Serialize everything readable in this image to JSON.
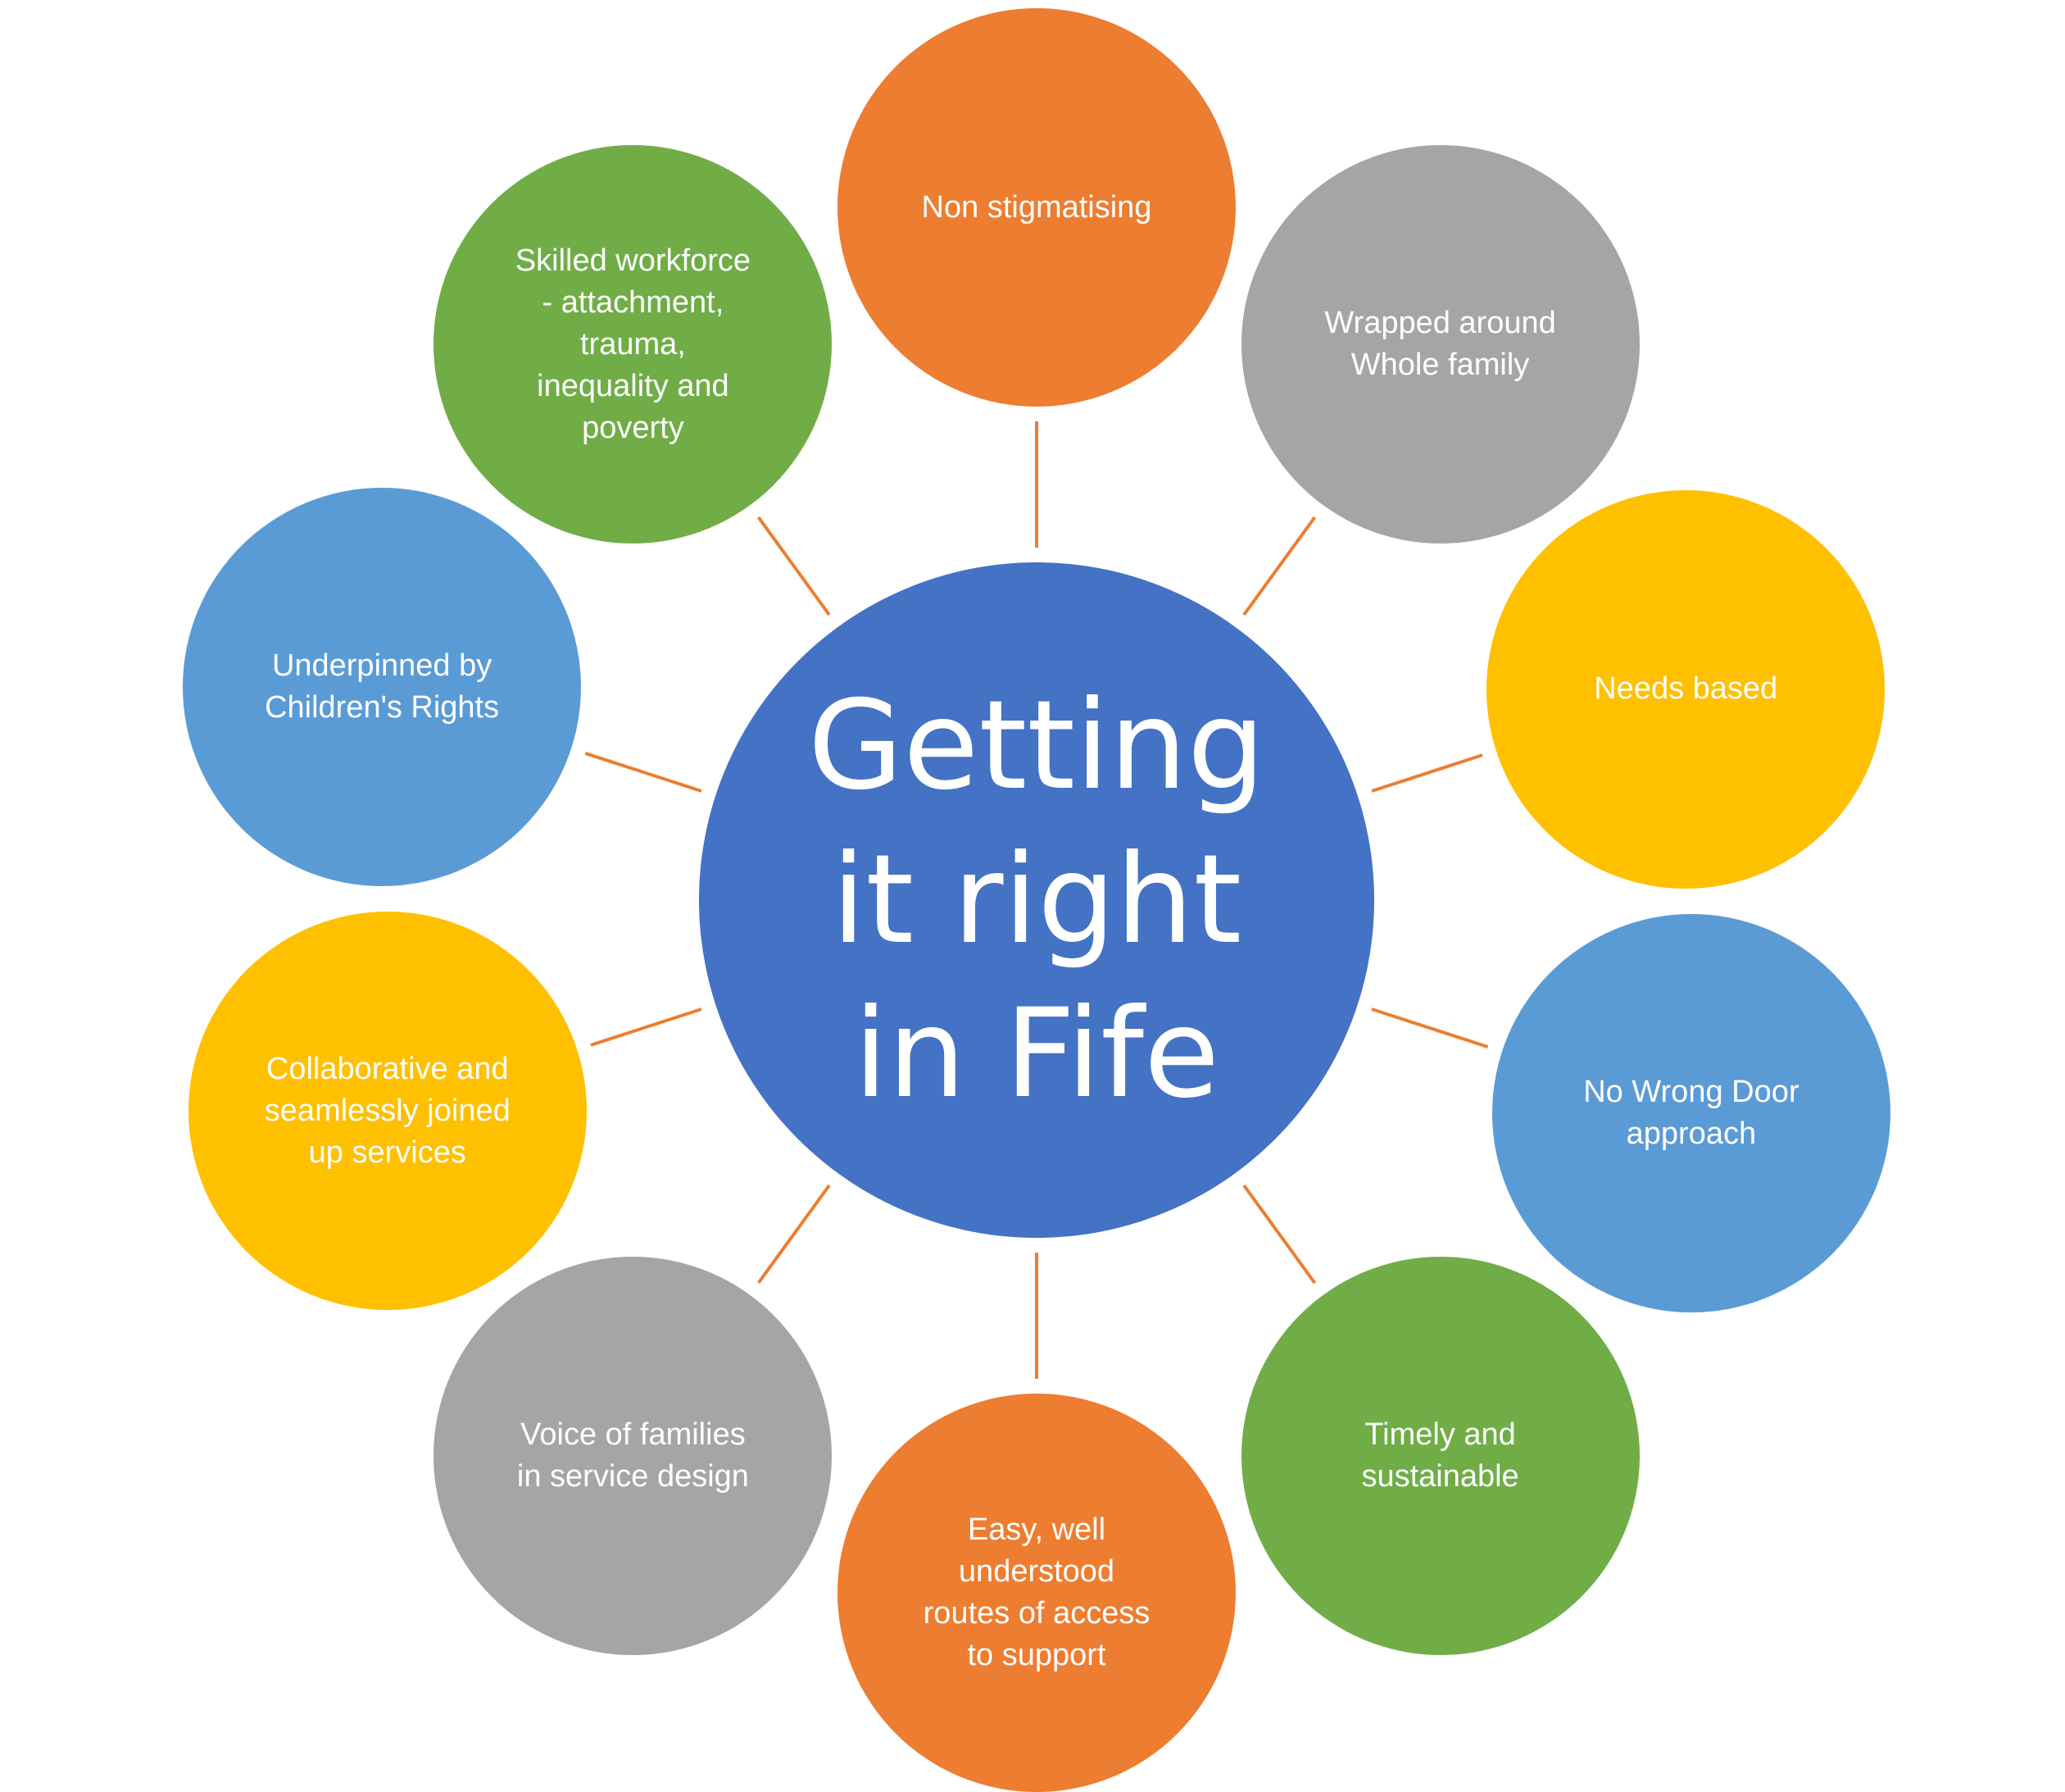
{
  "center": {
    "label": "Getting\nit right\nin Fife",
    "color": "#4472C4"
  },
  "connector_color": "#ED7D31",
  "nodes": [
    {
      "id": "non-stigmatising",
      "label": "Non stigmatising",
      "color": "#ED7D31"
    },
    {
      "id": "wrapped-around-whole-family",
      "label": "Wrapped around\nWhole family",
      "color": "#A5A5A5"
    },
    {
      "id": "needs-based",
      "label": "Needs based",
      "color": "#FFC000"
    },
    {
      "id": "no-wrong-door",
      "label": "No Wrong Door\napproach",
      "color": "#5B9BD5"
    },
    {
      "id": "timely-and-sustainable",
      "label": "Timely and\nsustainable",
      "color": "#70AD47"
    },
    {
      "id": "easy-routes-of-access",
      "label": "Easy, well\nunderstood\nroutes of access\nto support",
      "color": "#ED7D31"
    },
    {
      "id": "voice-of-families",
      "label": "Voice of families\nin service design",
      "color": "#A5A5A5"
    },
    {
      "id": "collaborative-services",
      "label": "Collaborative and\nseamlessly joined\nup services",
      "color": "#FFC000"
    },
    {
      "id": "childrens-rights",
      "label": "Underpinned by\nChildren's Rights",
      "color": "#5B9BD5"
    },
    {
      "id": "skilled-workforce",
      "label": "Skilled workforce\n- attachment,\ntrauma,\ninequality and\npoverty",
      "color": "#70AD47"
    }
  ]
}
